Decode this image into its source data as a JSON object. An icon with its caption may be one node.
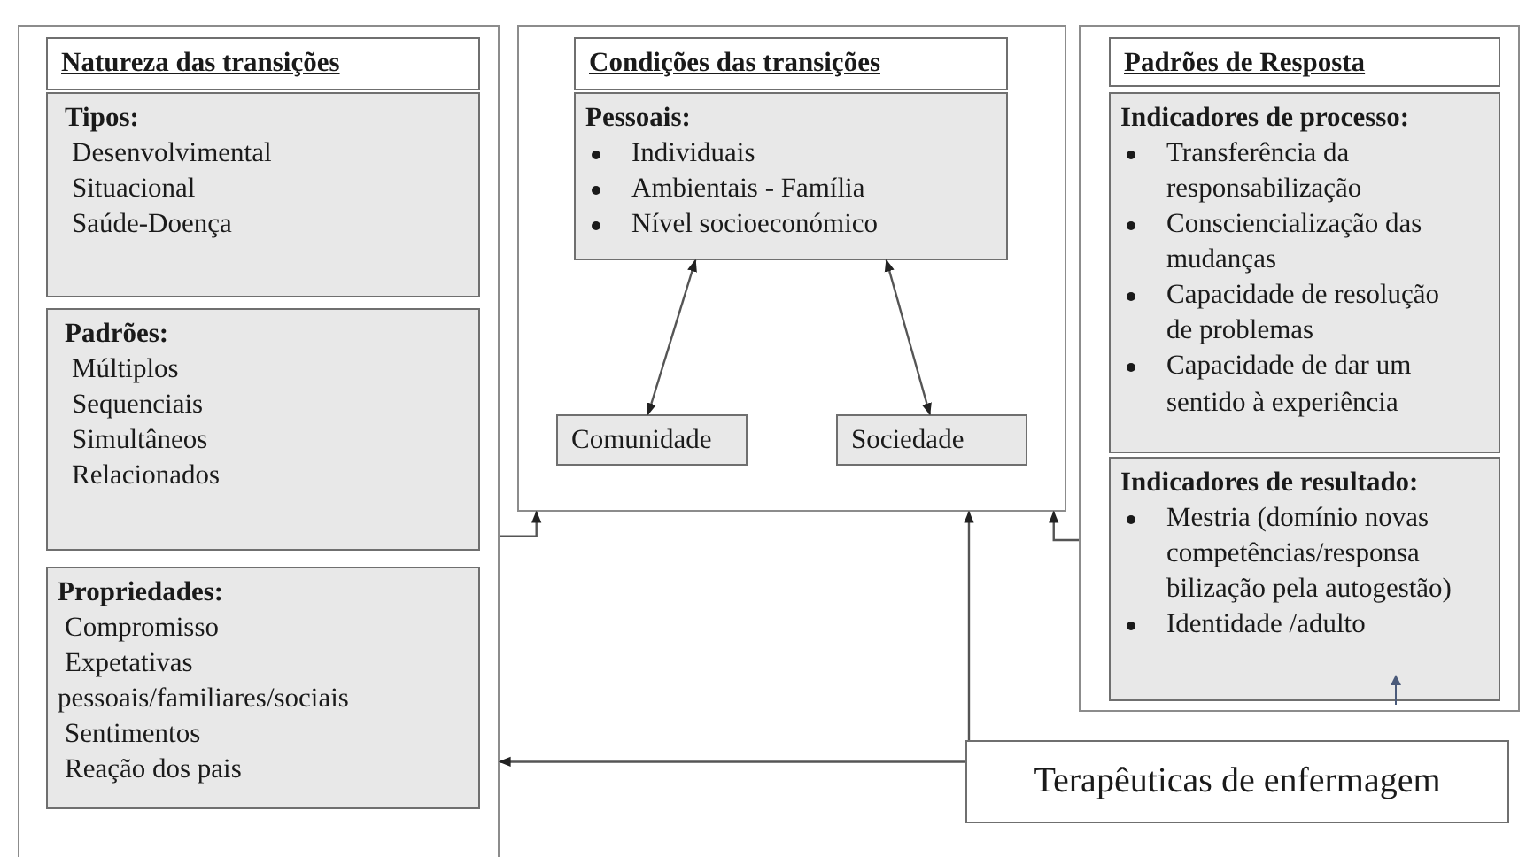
{
  "diagram": {
    "nodes": [
      {
        "text": [],
        "shape": "box"
      },
      {
        "text": [
          "Natureza das transições"
        ],
        "in": 0
      },
      {
        "text": [
          "Tipos:",
          "Desenvolvimental",
          "Situacional",
          "Saúde-Doença"
        ],
        "in": 0
      },
      {
        "text": [
          "Padrões:",
          "Múltiplos",
          "Sequenciais",
          "Simultâneos",
          "Relacionados"
        ],
        "in": 0
      },
      {
        "text": [
          "Propriedades:",
          "Compromisso",
          "Expetativas pessoais/familiares/sociais",
          "Sentimentos",
          "Reação dos pais"
        ],
        "in": 0
      },
      {
        "text": [],
        "shape": "box"
      },
      {
        "text": [
          "Condições das transições"
        ],
        "in": 5
      },
      {
        "text": [
          "Pessoais:",
          "Individuais",
          "Ambientais - Família",
          "Nível socioeconómico"
        ],
        "in": 5
      },
      {
        "text": [
          "Comunidade"
        ],
        "in": 5
      },
      {
        "text": [
          "Sociedade"
        ],
        "in": 5
      },
      {
        "text": [],
        "shape": "box"
      },
      {
        "text": [
          "Padrões de Resposta"
        ],
        "in": 10
      },
      {
        "text": [
          "Indicadores de processo:",
          "Transferência da responsabilização",
          "Consciencialização das mudanças",
          "Capacidade de resolução de problemas",
          "Capacidade de dar um sentido à experiência"
        ],
        "in": 10
      },
      {
        "text": [
          "Indicadores de resultado:",
          "Mestria (domínio novas competências/responsa bilização pela autogestão)",
          "Identidade /adulto"
        ],
        "in": 10
      },
      {
        "text": [
          "Terapêuticas de enfermagem"
        ]
      }
    ],
    "edges": [
      {
        "from": 8,
        "to": 7,
        "arrow": "both"
      },
      {
        "from": 9,
        "to": 7,
        "arrow": "both"
      },
      {
        "from": 0,
        "to": 5,
        "arrow": "to"
      },
      {
        "from": 10,
        "to": 5,
        "arrow": "to"
      },
      {
        "from": 14,
        "to": 5,
        "arrow": "to"
      },
      {
        "from": 14,
        "to": 0,
        "arrow": "to"
      }
    ]
  }
}
